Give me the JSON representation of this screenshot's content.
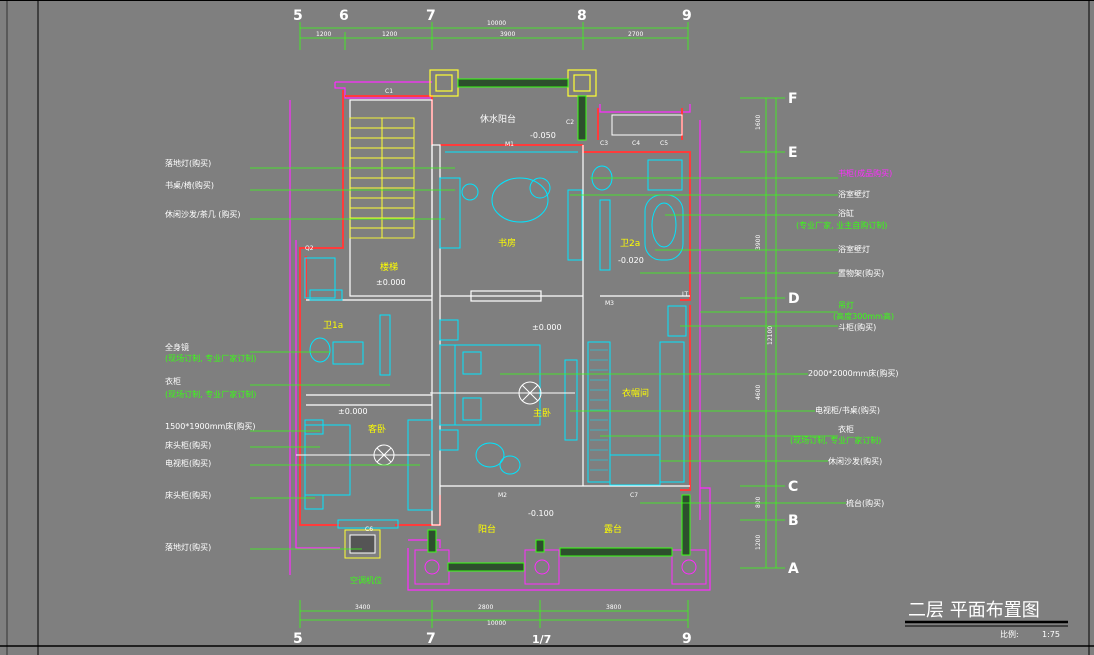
{
  "drawing": {
    "title": "二层  平面布置图",
    "scale_label": "比例:",
    "scale_value": "1:75"
  },
  "axes": {
    "top": [
      "5",
      "6",
      "7",
      "8",
      "9"
    ],
    "bottom": [
      "5",
      "7",
      "1/7",
      "9"
    ],
    "right": [
      "F",
      "E",
      "D",
      "C",
      "B",
      "A"
    ]
  },
  "dims": {
    "top_total": "10000",
    "top_segs": [
      "1200",
      "1200",
      "3900",
      "2700"
    ],
    "bottom_total": "10000",
    "bottom_segs": [
      "3400",
      "2800",
      "3800"
    ],
    "right_total": "12100",
    "right_segs": [
      "1600",
      "3900",
      "4600",
      "800",
      "1200"
    ]
  },
  "rooms": {
    "stair": "楼梯",
    "balcony_top": "休水阳台",
    "study": "书房",
    "bath_2a": "卫2a",
    "bath_1a": "卫1a",
    "master": "主卧",
    "closet": "衣帽间",
    "guest": "客卧",
    "balcony_l": "阳台",
    "balcony_r": "露台",
    "bottom_balcony": "空调机位"
  },
  "levels": {
    "top": "-0.050",
    "stair": "±0.000",
    "bath": "-0.020",
    "master": "±0.000",
    "guest": "±0.000",
    "balcony": "-0.100"
  },
  "left_labels": [
    {
      "text": "落地灯(购买)",
      "cls": "w"
    },
    {
      "text": "书桌/椅(购买)",
      "cls": "w"
    },
    {
      "text": "休闲沙发/茶几 (购买)",
      "cls": "w"
    },
    {
      "text": "全身镜",
      "cls": "w"
    },
    {
      "text": "(现场订制, 专业厂家订制)",
      "cls": "g"
    },
    {
      "text": "衣柜",
      "cls": "w"
    },
    {
      "text": "(现场订制, 专业厂家订制)",
      "cls": "g"
    },
    {
      "text": "1500*1900mm床(购买)",
      "cls": "w"
    },
    {
      "text": "床头柜(购买)",
      "cls": "w"
    },
    {
      "text": "电视柜(购买)",
      "cls": "w"
    },
    {
      "text": "床头柜(购买)",
      "cls": "w"
    },
    {
      "text": "落地灯(购买)",
      "cls": "w"
    }
  ],
  "right_labels": [
    {
      "text": "书柜(成品购买)",
      "cls": "m"
    },
    {
      "text": "浴室壁灯",
      "cls": "w"
    },
    {
      "text": "浴缸",
      "cls": "w"
    },
    {
      "text": "(专业厂家, 业主自购订制)",
      "cls": "g"
    },
    {
      "text": "浴室壁灯",
      "cls": "w"
    },
    {
      "text": "置物架(购买)",
      "cls": "w"
    },
    {
      "text": "吊灯",
      "cls": "g"
    },
    {
      "text": "(高度300mm高)",
      "cls": "g"
    },
    {
      "text": "斗柜(购买)",
      "cls": "w"
    },
    {
      "text": "2000*2000mm床(购买)",
      "cls": "w"
    },
    {
      "text": "电视柜/书桌(购买)",
      "cls": "w"
    },
    {
      "text": "衣柜",
      "cls": "w"
    },
    {
      "text": "(现场订制, 专业厂家订制)",
      "cls": "g"
    },
    {
      "text": "休闲沙发(购买)",
      "cls": "w"
    },
    {
      "text": "梳台(购买)",
      "cls": "w"
    }
  ],
  "doors": [
    "M1",
    "M2",
    "M3",
    "C1",
    "C2",
    "C3",
    "C4",
    "C5",
    "C6",
    "C7",
    "Q2",
    "LT"
  ],
  "colors": {
    "wall": "#ff3b3b",
    "outline": "#ff2bff",
    "furniture": "#00e5ff",
    "leader": "#39ff14",
    "stair": "#ffff33",
    "text": "#ffffff",
    "bg": "#7f7f7f"
  }
}
